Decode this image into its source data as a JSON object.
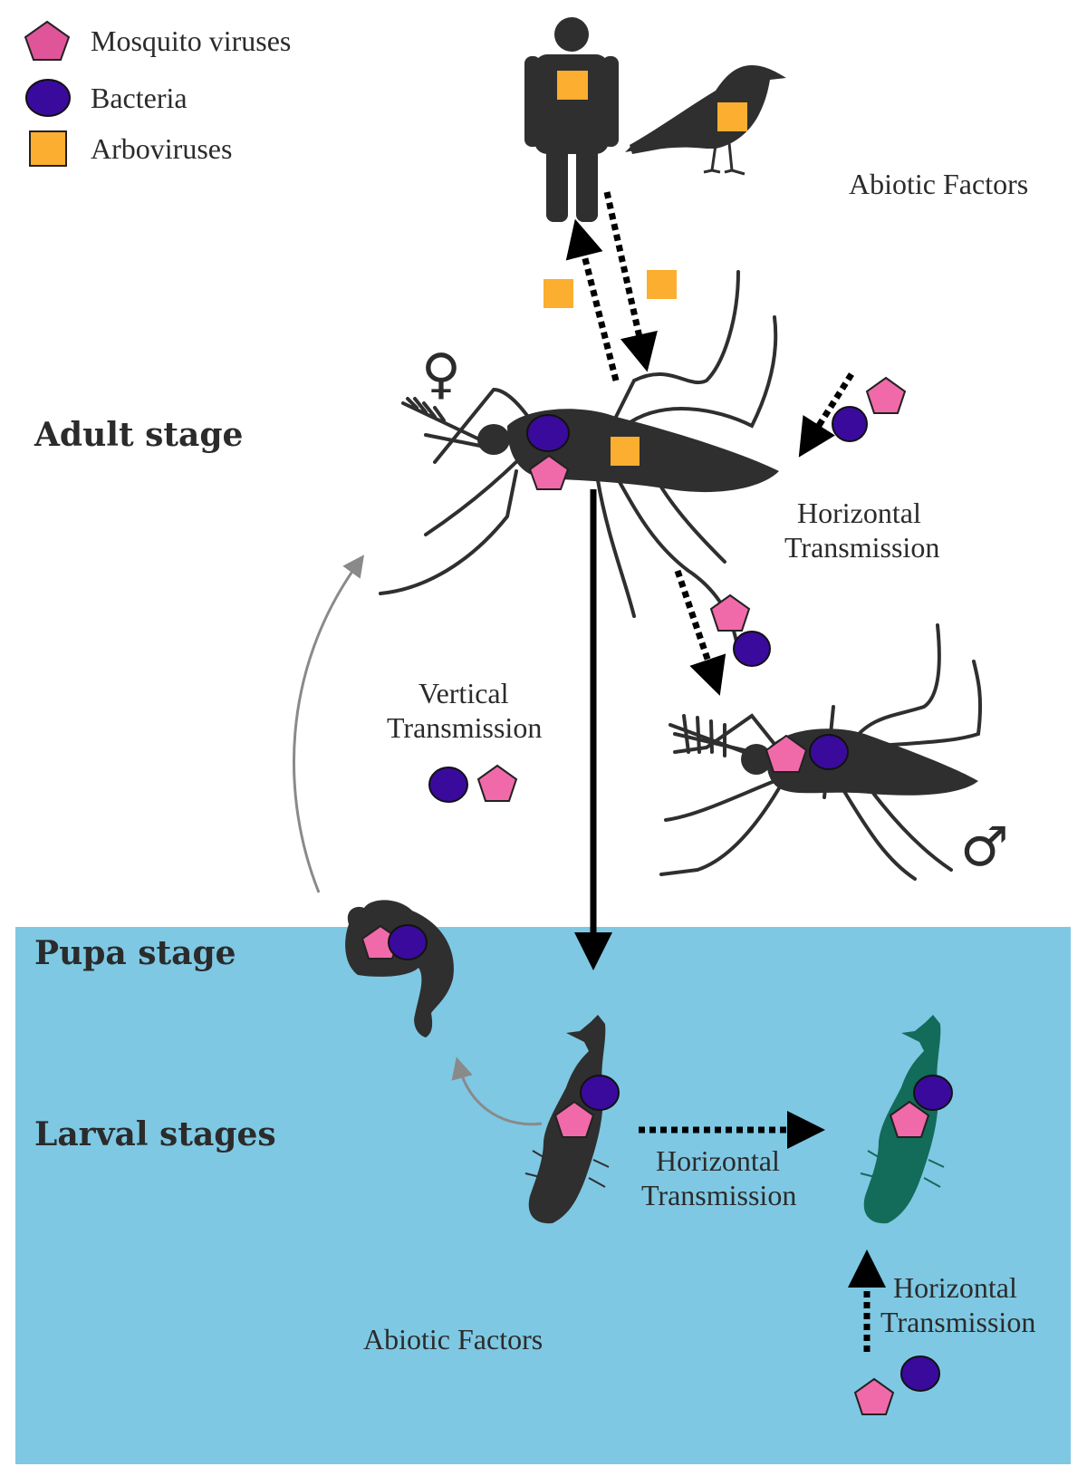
{
  "legend": {
    "mosquito_viruses": "Mosquito viruses",
    "bacteria": "Bacteria",
    "arboviruses": "Arboviruses"
  },
  "stages": {
    "adult": "Adult stage",
    "pupa": "Pupa stage",
    "larval": "Larval stages"
  },
  "labels": {
    "abiotic_top": "Abiotic Factors",
    "abiotic_bottom": "Abiotic Factors",
    "horizontal_adult_1": "Horizontal",
    "horizontal_adult_2": "Transmission",
    "vertical_1": "Vertical",
    "vertical_2": "Transmission",
    "horizontal_larva_1": "Horizontal",
    "horizontal_larva_2": "Transmission",
    "horizontal_env_1": "Horizontal",
    "horizontal_env_2": "Transmission"
  },
  "symbols": {
    "female": "♀",
    "male": "♂"
  },
  "colors": {
    "water": "#7ec8e3",
    "mosquito_virus": "#f06aa9",
    "bacteria": "#3a0a9c",
    "arbovirus": "#fbae2f",
    "silhouette": "#2f2f2f",
    "infected_larva": "#136b5a",
    "growth_arrow": "#8a8a8a"
  },
  "icons": [
    "human-icon",
    "crow-icon",
    "female-mosquito-icon",
    "male-mosquito-icon",
    "pupa-icon",
    "larva-icon"
  ]
}
